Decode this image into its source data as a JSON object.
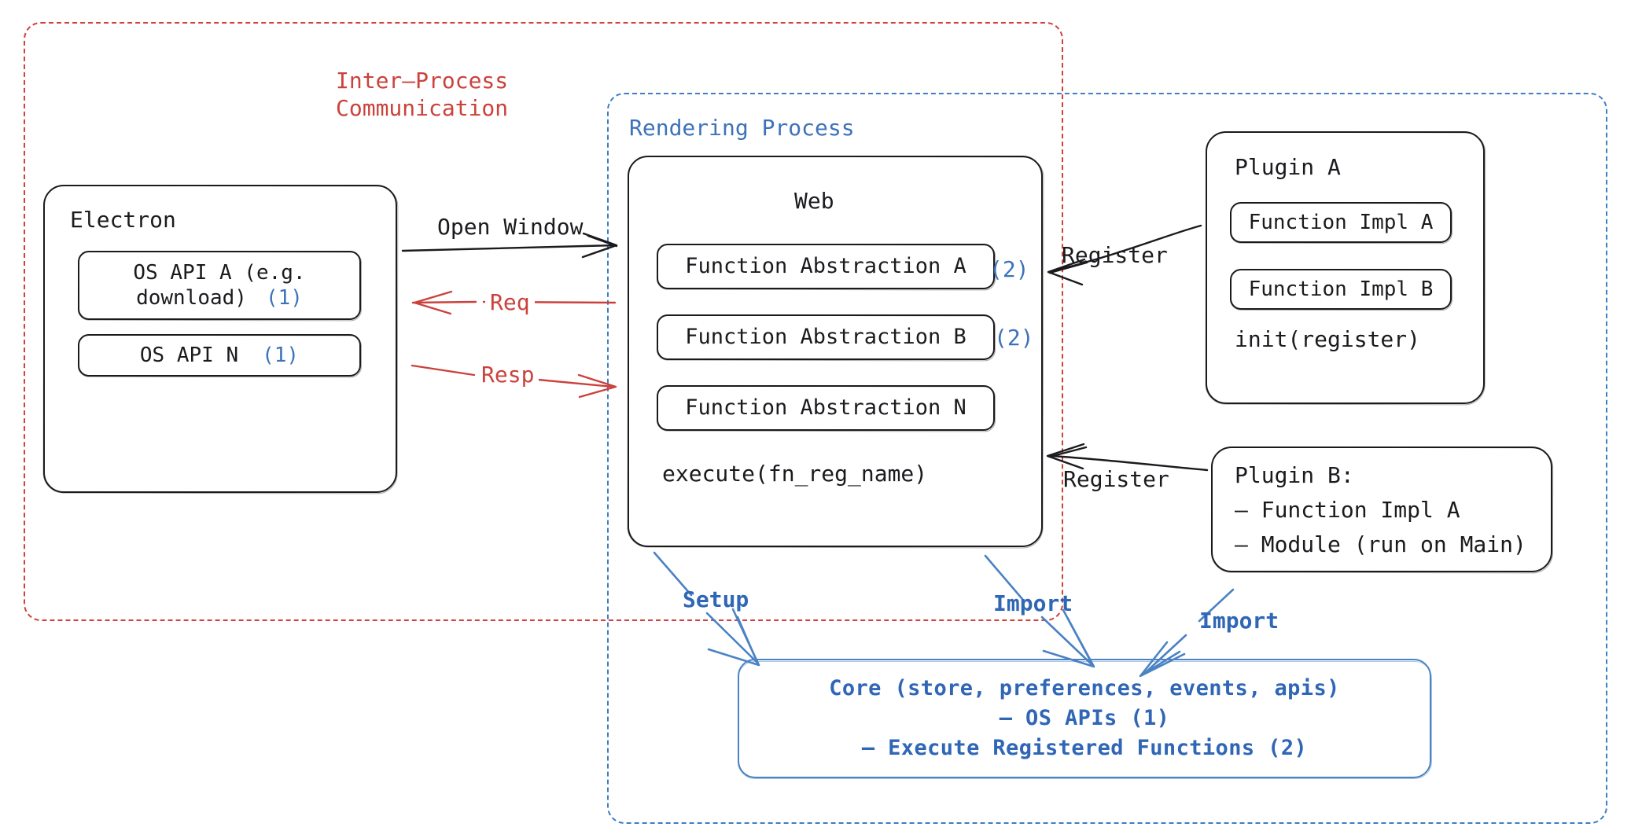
{
  "diagram": {
    "title_hidden": "",
    "colors": {
      "red": "#cb423c",
      "blue": "#3d72ba",
      "blue_core": "#2f66b5",
      "ink": "#1b1b1f",
      "background": "#ffffff"
    }
  },
  "groups": {
    "ipc": {
      "label": "Inter-Process\nCommunication",
      "line1": "Inter–Process",
      "line2": "Communication",
      "color": "#cb423c",
      "style": "dashed"
    },
    "rendering": {
      "label": "Rendering Process",
      "color": "#3d72ba",
      "style": "dashed"
    }
  },
  "electron": {
    "title": "Electron",
    "apis": [
      {
        "name": "OS API A (e.g.\ndownload)",
        "line1": "OS API A (e.g.",
        "line2": "download)",
        "badge": "(1)"
      },
      {
        "name": "OS API N",
        "line1": "OS API N",
        "line2": "",
        "badge": "(1)"
      }
    ]
  },
  "web": {
    "title": "Web",
    "abstractions": [
      {
        "label": "Function Abstraction A",
        "badge": "(2)"
      },
      {
        "label": "Function Abstraction B",
        "badge": "(2)"
      },
      {
        "label": "Function Abstraction N",
        "badge": ""
      }
    ],
    "footer": "execute(fn_reg_name)"
  },
  "plugin_a": {
    "title": "Plugin A",
    "functions": [
      {
        "label": "Function Impl A"
      },
      {
        "label": "Function Impl B"
      }
    ],
    "footer": "init(register)"
  },
  "plugin_b": {
    "title": "Plugin B:",
    "lines": [
      "– Function Impl A",
      "– Module (run on Main)"
    ]
  },
  "core": {
    "line1": "Core (store, preferences, events, apis)",
    "line2": "– OS APIs (1)",
    "line3": "– Execute Registered Functions (2)"
  },
  "arrows": [
    {
      "id": "open-window",
      "label": "Open Window",
      "color": "#1b1b1f",
      "from": "electron",
      "to": "web"
    },
    {
      "id": "req",
      "label": "Req",
      "color": "#cb423c",
      "from": "web",
      "to": "electron"
    },
    {
      "id": "resp",
      "label": "Resp",
      "color": "#cb423c",
      "from": "electron",
      "to": "web"
    },
    {
      "id": "register-a",
      "label": "Register",
      "color": "#1b1b1f",
      "from": "plugin-a",
      "to": "web"
    },
    {
      "id": "register-b",
      "label": "Register",
      "color": "#1b1b1f",
      "from": "plugin-b",
      "to": "web"
    },
    {
      "id": "setup",
      "label": "Setup",
      "color": "#3d72ba",
      "from": "web",
      "to": "core"
    },
    {
      "id": "import-web",
      "label": "Import",
      "color": "#3d72ba",
      "from": "web",
      "to": "core"
    },
    {
      "id": "import-plugin",
      "label": "Import",
      "color": "#3d72ba",
      "from": "plugin-b",
      "to": "core"
    }
  ]
}
